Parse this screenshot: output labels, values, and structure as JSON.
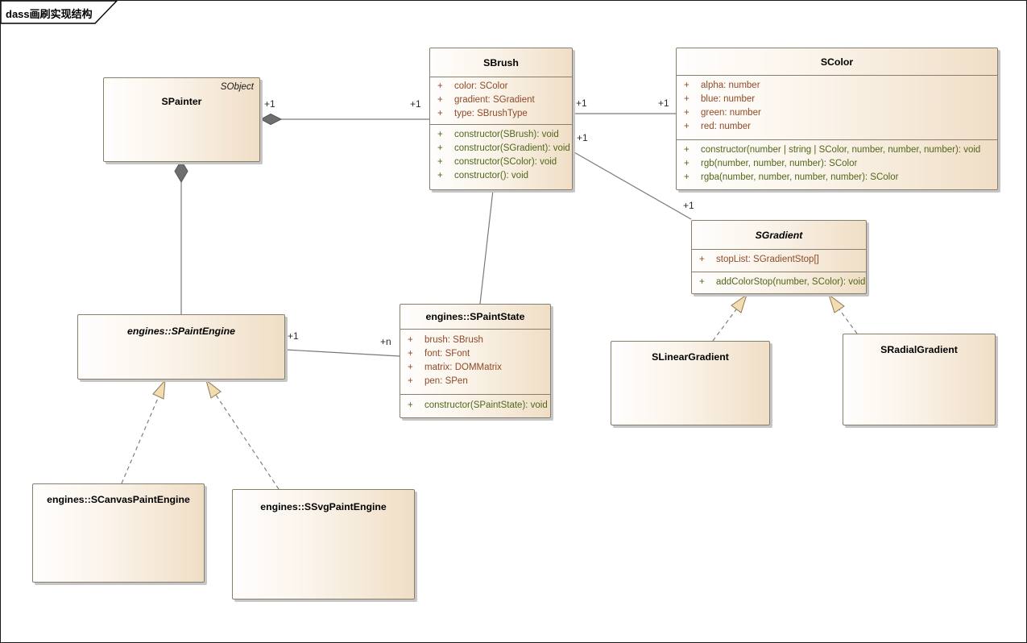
{
  "frame": {
    "label": "dass画刷实现结构"
  },
  "classes": {
    "spainter": {
      "name": "SPainter",
      "annotation": "SObject"
    },
    "sbrush": {
      "name": "SBrush",
      "attributes": [
        {
          "vis": "+",
          "label": "color: SColor"
        },
        {
          "vis": "+",
          "label": "gradient: SGradient"
        },
        {
          "vis": "+",
          "label": "type: SBrushType"
        }
      ],
      "operations": [
        {
          "vis": "+",
          "label": "constructor(SBrush): void"
        },
        {
          "vis": "+",
          "label": "constructor(SGradient): void"
        },
        {
          "vis": "+",
          "label": "constructor(SColor): void"
        },
        {
          "vis": "+",
          "label": "constructor(): void"
        }
      ]
    },
    "scolor": {
      "name": "SColor",
      "attributes": [
        {
          "vis": "+",
          "label": "alpha: number"
        },
        {
          "vis": "+",
          "label": "blue: number"
        },
        {
          "vis": "+",
          "label": "green: number"
        },
        {
          "vis": "+",
          "label": "red: number"
        }
      ],
      "operations": [
        {
          "vis": "+",
          "label": "constructor(number | string | SColor, number, number, number): void"
        },
        {
          "vis": "+",
          "label": "rgb(number, number, number): SColor"
        },
        {
          "vis": "+",
          "label": "rgba(number, number, number, number): SColor"
        }
      ]
    },
    "sgradient": {
      "name": "SGradient",
      "attributes": [
        {
          "vis": "+",
          "label": "stopList: SGradientStop[]"
        }
      ],
      "operations": [
        {
          "vis": "+",
          "label": "addColorStop(number, SColor): void"
        }
      ]
    },
    "spaintstate": {
      "name": "engines::SPaintState",
      "attributes": [
        {
          "vis": "+",
          "label": "brush: SBrush"
        },
        {
          "vis": "+",
          "label": "font: SFont"
        },
        {
          "vis": "+",
          "label": "matrix: DOMMatrix"
        },
        {
          "vis": "+",
          "label": "pen: SPen"
        }
      ],
      "operations": [
        {
          "vis": "+",
          "label": "constructor(SPaintState): void"
        }
      ]
    },
    "spaintengine": {
      "name": "engines::SPaintEngine"
    },
    "scanvaspaintengine": {
      "name": "engines::SCanvasPaintEngine"
    },
    "ssvgpaintengine": {
      "name": "engines::SSvgPaintEngine"
    },
    "slineargradient": {
      "name": "SLinearGradient"
    },
    "sradialgradient": {
      "name": "SRadialGradient"
    }
  },
  "multiplicities": {
    "spainter_sbrush_src": "+1",
    "spainter_sbrush_tgt": "+1",
    "sbrush_scolor_src": "+1",
    "sbrush_scolor_tgt": "+1",
    "sbrush_sgradient_src": "+1",
    "sbrush_sgradient_tgt": "+1",
    "spaintengine_spaintstate_src": "+1",
    "spaintengine_spaintstate_tgt": "+n"
  },
  "colors": {
    "attribute_text": "#8E4A28",
    "operation_text": "#51661A",
    "box_fill_light": "#FFFEFD",
    "box_fill_dark": "#F0DEC6",
    "box_border": "#877F6C",
    "connector_line": "#7A7A7A",
    "aggregation_diamond": "#6E6E6E",
    "generalization_arrow_fill": "#F2DCB0",
    "shadow": "#C6C6C6"
  }
}
